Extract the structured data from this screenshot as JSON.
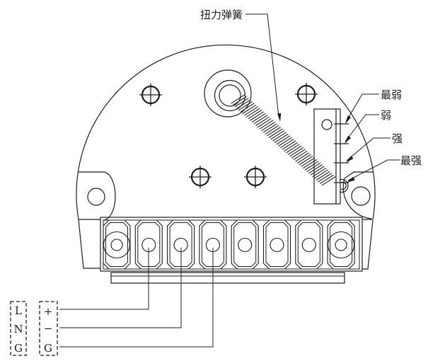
{
  "figure": {
    "type": "technical-wiring-diagram",
    "spring_label": "扭力弹簧",
    "tension_levels": [
      "最弱",
      "弱",
      "强",
      "最强"
    ],
    "left_terminal_box": [
      "L",
      "N",
      "G"
    ],
    "right_terminal_box": [
      "+",
      "−",
      "G"
    ],
    "line_color": "#1c1c1c",
    "background": "#ffffff"
  }
}
